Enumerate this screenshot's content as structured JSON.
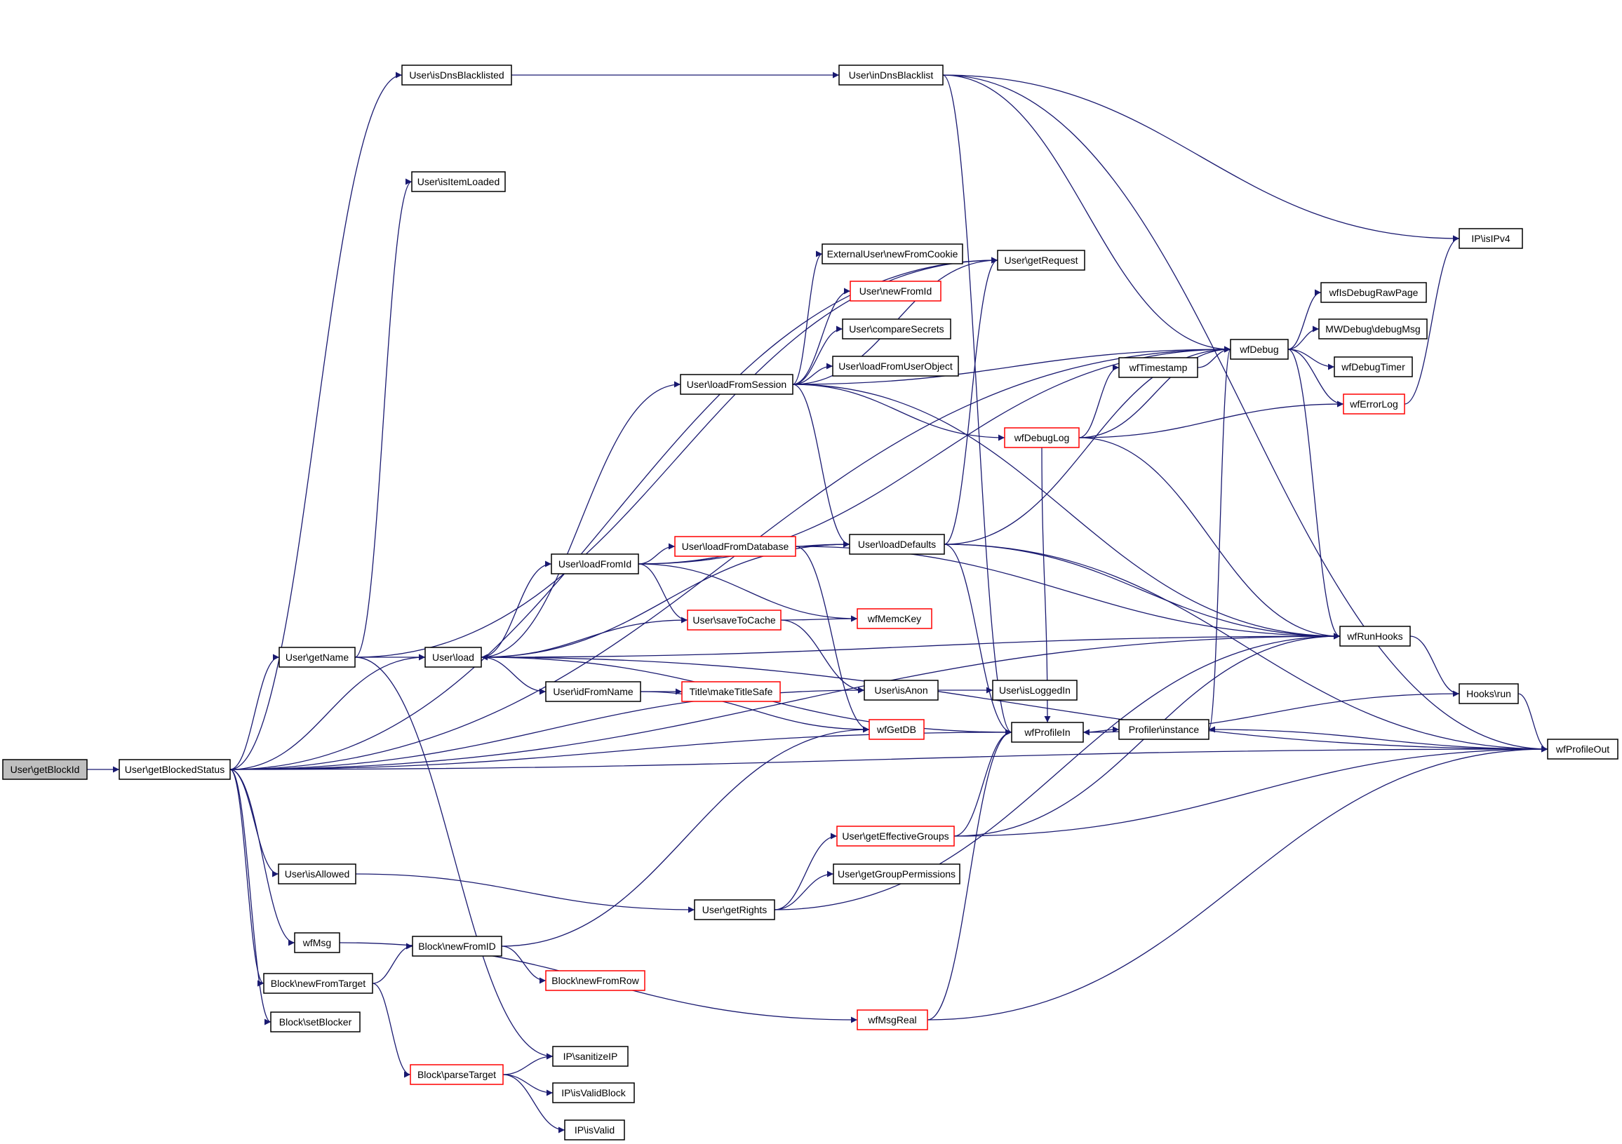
{
  "colors": {
    "edge": "#191970",
    "node_border_default": "#000000",
    "node_border_truncated": "#ff0000",
    "root_fill": "#bfbfbf",
    "node_fill": "#ffffff"
  },
  "nodes": [
    {
      "id": "n_getBlockId",
      "label": "User\\getBlockId",
      "style": "root"
    },
    {
      "id": "n_getBlockedStatus",
      "label": "User\\getBlockedStatus",
      "style": "normal"
    },
    {
      "id": "n_isDnsBlacklisted",
      "label": "User\\isDnsBlacklisted",
      "style": "normal"
    },
    {
      "id": "n_inDnsBlacklist",
      "label": "User\\inDnsBlacklist",
      "style": "normal"
    },
    {
      "id": "n_isItemLoaded",
      "label": "User\\isItemLoaded",
      "style": "normal"
    },
    {
      "id": "n_extNewFromCookie",
      "label": "ExternalUser\\newFromCookie",
      "style": "normal"
    },
    {
      "id": "n_getRequest",
      "label": "User\\getRequest",
      "style": "normal"
    },
    {
      "id": "n_newFromId",
      "label": "User\\newFromId",
      "style": "truncated"
    },
    {
      "id": "n_compareSecrets",
      "label": "User\\compareSecrets",
      "style": "normal"
    },
    {
      "id": "n_loadFromUserObject",
      "label": "User\\loadFromUserObject",
      "style": "normal"
    },
    {
      "id": "n_loadFromSession",
      "label": "User\\loadFromSession",
      "style": "normal"
    },
    {
      "id": "n_wfDebug",
      "label": "wfDebug",
      "style": "normal"
    },
    {
      "id": "n_wfIsDebugRawPage",
      "label": "wfIsDebugRawPage",
      "style": "normal"
    },
    {
      "id": "n_mwDebugMsg",
      "label": "MWDebug\\debugMsg",
      "style": "normal"
    },
    {
      "id": "n_wfDebugTimer",
      "label": "wfDebugTimer",
      "style": "normal"
    },
    {
      "id": "n_wfTimestamp",
      "label": "wfTimestamp",
      "style": "normal"
    },
    {
      "id": "n_wfErrorLog",
      "label": "wfErrorLog",
      "style": "truncated"
    },
    {
      "id": "n_wfDebugLog",
      "label": "wfDebugLog",
      "style": "truncated"
    },
    {
      "id": "n_isIPv4",
      "label": "IP\\isIPv4",
      "style": "normal"
    },
    {
      "id": "n_loadFromId",
      "label": "User\\loadFromId",
      "style": "normal"
    },
    {
      "id": "n_loadFromDatabase",
      "label": "User\\loadFromDatabase",
      "style": "truncated"
    },
    {
      "id": "n_loadDefaults",
      "label": "User\\loadDefaults",
      "style": "normal"
    },
    {
      "id": "n_saveToCache",
      "label": "User\\saveToCache",
      "style": "truncated"
    },
    {
      "id": "n_wfMemcKey",
      "label": "wfMemcKey",
      "style": "truncated"
    },
    {
      "id": "n_wfRunHooks",
      "label": "wfRunHooks",
      "style": "normal"
    },
    {
      "id": "n_getName",
      "label": "User\\getName",
      "style": "normal"
    },
    {
      "id": "n_load",
      "label": "User\\load",
      "style": "normal"
    },
    {
      "id": "n_idFromName",
      "label": "User\\idFromName",
      "style": "normal"
    },
    {
      "id": "n_makeTitleSafe",
      "label": "Title\\makeTitleSafe",
      "style": "truncated"
    },
    {
      "id": "n_isAnon",
      "label": "User\\isAnon",
      "style": "normal"
    },
    {
      "id": "n_isLoggedIn",
      "label": "User\\isLoggedIn",
      "style": "normal"
    },
    {
      "id": "n_hooksRun",
      "label": "Hooks\\run",
      "style": "normal"
    },
    {
      "id": "n_wfGetDB",
      "label": "wfGetDB",
      "style": "truncated"
    },
    {
      "id": "n_wfProfileIn",
      "label": "wfProfileIn",
      "style": "normal"
    },
    {
      "id": "n_profilerInstance",
      "label": "Profiler\\instance",
      "style": "normal"
    },
    {
      "id": "n_wfProfileOut",
      "label": "wfProfileOut",
      "style": "normal"
    },
    {
      "id": "n_getEffectiveGroups",
      "label": "User\\getEffectiveGroups",
      "style": "truncated"
    },
    {
      "id": "n_isAllowed",
      "label": "User\\isAllowed",
      "style": "normal"
    },
    {
      "id": "n_getGroupPermissions",
      "label": "User\\getGroupPermissions",
      "style": "normal"
    },
    {
      "id": "n_getRights",
      "label": "User\\getRights",
      "style": "normal"
    },
    {
      "id": "n_wfMsg",
      "label": "wfMsg",
      "style": "normal"
    },
    {
      "id": "n_blockNewFromID",
      "label": "Block\\newFromID",
      "style": "normal"
    },
    {
      "id": "n_blockNewFromRow",
      "label": "Block\\newFromRow",
      "style": "truncated"
    },
    {
      "id": "n_blockNewFromTarget",
      "label": "Block\\newFromTarget",
      "style": "normal"
    },
    {
      "id": "n_wfMsgReal",
      "label": "wfMsgReal",
      "style": "truncated"
    },
    {
      "id": "n_setBlocker",
      "label": "Block\\setBlocker",
      "style": "normal"
    },
    {
      "id": "n_sanitizeIP",
      "label": "IP\\sanitizeIP",
      "style": "normal"
    },
    {
      "id": "n_parseTarget",
      "label": "Block\\parseTarget",
      "style": "truncated"
    },
    {
      "id": "n_isValidBlock",
      "label": "IP\\isValidBlock",
      "style": "normal"
    },
    {
      "id": "n_isValid",
      "label": "IP\\isValid",
      "style": "normal"
    }
  ],
  "edges": [
    [
      "n_getBlockId",
      "n_getBlockedStatus"
    ],
    [
      "n_getBlockedStatus",
      "n_isDnsBlacklisted"
    ],
    [
      "n_getBlockedStatus",
      "n_wfProfileOut"
    ],
    [
      "n_getBlockedStatus",
      "n_wfDebug"
    ],
    [
      "n_getBlockedStatus",
      "n_getRequest"
    ],
    [
      "n_getBlockedStatus",
      "n_getName"
    ],
    [
      "n_getBlockedStatus",
      "n_load"
    ],
    [
      "n_getBlockedStatus",
      "n_isAnon"
    ],
    [
      "n_getBlockedStatus",
      "n_wfProfileIn"
    ],
    [
      "n_getBlockedStatus",
      "n_isAllowed"
    ],
    [
      "n_getBlockedStatus",
      "n_wfMsg"
    ],
    [
      "n_getBlockedStatus",
      "n_blockNewFromTarget"
    ],
    [
      "n_getBlockedStatus",
      "n_setBlocker"
    ],
    [
      "n_getBlockedStatus",
      "n_wfRunHooks"
    ],
    [
      "n_isDnsBlacklisted",
      "n_inDnsBlacklist"
    ],
    [
      "n_inDnsBlacklist",
      "n_wfProfileOut"
    ],
    [
      "n_inDnsBlacklist",
      "n_isIPv4"
    ],
    [
      "n_inDnsBlacklist",
      "n_wfDebug"
    ],
    [
      "n_inDnsBlacklist",
      "n_wfProfileIn"
    ],
    [
      "n_getName",
      "n_isItemLoaded"
    ],
    [
      "n_getName",
      "n_getRequest"
    ],
    [
      "n_getName",
      "n_load"
    ],
    [
      "n_getName",
      "n_sanitizeIP"
    ],
    [
      "n_load",
      "n_loadFromSession"
    ],
    [
      "n_load",
      "n_loadDefaults"
    ],
    [
      "n_load",
      "n_loadFromId"
    ],
    [
      "n_load",
      "n_idFromName"
    ],
    [
      "n_load",
      "n_wfRunHooks"
    ],
    [
      "n_load",
      "n_wfProfileIn"
    ],
    [
      "n_load",
      "n_wfProfileOut"
    ],
    [
      "n_loadFromSession",
      "n_extNewFromCookie"
    ],
    [
      "n_loadFromSession",
      "n_newFromId"
    ],
    [
      "n_loadFromSession",
      "n_compareSecrets"
    ],
    [
      "n_loadFromSession",
      "n_loadFromUserObject"
    ],
    [
      "n_loadFromSession",
      "n_getRequest"
    ],
    [
      "n_loadFromSession",
      "n_wfDebug"
    ],
    [
      "n_loadFromSession",
      "n_wfDebugLog"
    ],
    [
      "n_loadFromSession",
      "n_loadDefaults"
    ],
    [
      "n_loadFromSession",
      "n_wfRunHooks"
    ],
    [
      "n_wfDebug",
      "n_wfIsDebugRawPage"
    ],
    [
      "n_wfDebug",
      "n_mwDebugMsg"
    ],
    [
      "n_wfDebug",
      "n_wfDebugTimer"
    ],
    [
      "n_wfDebug",
      "n_wfErrorLog"
    ],
    [
      "n_wfDebug",
      "n_wfRunHooks"
    ],
    [
      "n_wfTimestamp",
      "n_wfDebug"
    ],
    [
      "n_wfDebugLog",
      "n_wfTimestamp"
    ],
    [
      "n_wfDebugLog",
      "n_wfDebug"
    ],
    [
      "n_wfDebugLog",
      "n_wfErrorLog"
    ],
    [
      "n_wfDebugLog",
      "n_wfRunHooks"
    ],
    [
      "n_wfDebugLog",
      "n_wfProfileIn"
    ],
    [
      "n_wfErrorLog",
      "n_isIPv4"
    ],
    [
      "n_loadFromId",
      "n_loadFromDatabase"
    ],
    [
      "n_loadFromId",
      "n_loadDefaults"
    ],
    [
      "n_loadFromId",
      "n_saveToCache"
    ],
    [
      "n_loadFromId",
      "n_wfMemcKey"
    ],
    [
      "n_loadFromId",
      "n_wfDebug"
    ],
    [
      "n_loadFromDatabase",
      "n_loadDefaults"
    ],
    [
      "n_loadFromDatabase",
      "n_wfRunHooks"
    ],
    [
      "n_loadFromDatabase",
      "n_wfGetDB"
    ],
    [
      "n_loadDefaults",
      "n_getRequest"
    ],
    [
      "n_loadDefaults",
      "n_wfProfileIn"
    ],
    [
      "n_loadDefaults",
      "n_wfRunHooks"
    ],
    [
      "n_loadDefaults",
      "n_wfProfileOut"
    ],
    [
      "n_loadDefaults",
      "n_wfDebug"
    ],
    [
      "n_saveToCache",
      "n_load"
    ],
    [
      "n_saveToCache",
      "n_wfMemcKey"
    ],
    [
      "n_saveToCache",
      "n_isAnon"
    ],
    [
      "n_idFromName",
      "n_makeTitleSafe"
    ],
    [
      "n_idFromName",
      "n_wfGetDB"
    ],
    [
      "n_isAnon",
      "n_isLoggedIn"
    ],
    [
      "n_wfRunHooks",
      "n_hooksRun"
    ],
    [
      "n_hooksRun",
      "n_wfProfileIn"
    ],
    [
      "n_hooksRun",
      "n_wfProfileOut"
    ],
    [
      "n_wfProfileIn",
      "n_profilerInstance"
    ],
    [
      "n_profilerInstance",
      "n_wfDebug"
    ],
    [
      "n_wfProfileOut",
      "n_profilerInstance"
    ],
    [
      "n_isAllowed",
      "n_getRights"
    ],
    [
      "n_getRights",
      "n_getEffectiveGroups"
    ],
    [
      "n_getRights",
      "n_getGroupPermissions"
    ],
    [
      "n_getRights",
      "n_wfRunHooks"
    ],
    [
      "n_getEffectiveGroups",
      "n_wfProfileIn"
    ],
    [
      "n_getEffectiveGroups",
      "n_wfRunHooks"
    ],
    [
      "n_getEffectiveGroups",
      "n_wfProfileOut"
    ],
    [
      "n_wfMsg",
      "n_wfMsgReal"
    ],
    [
      "n_wfMsgReal",
      "n_wfProfileIn"
    ],
    [
      "n_wfMsgReal",
      "n_wfProfileOut"
    ],
    [
      "n_blockNewFromTarget",
      "n_blockNewFromID"
    ],
    [
      "n_blockNewFromTarget",
      "n_parseTarget"
    ],
    [
      "n_blockNewFromID",
      "n_wfGetDB"
    ],
    [
      "n_blockNewFromID",
      "n_blockNewFromRow"
    ],
    [
      "n_parseTarget",
      "n_sanitizeIP"
    ],
    [
      "n_parseTarget",
      "n_isValidBlock"
    ],
    [
      "n_parseTarget",
      "n_isValid"
    ]
  ]
}
